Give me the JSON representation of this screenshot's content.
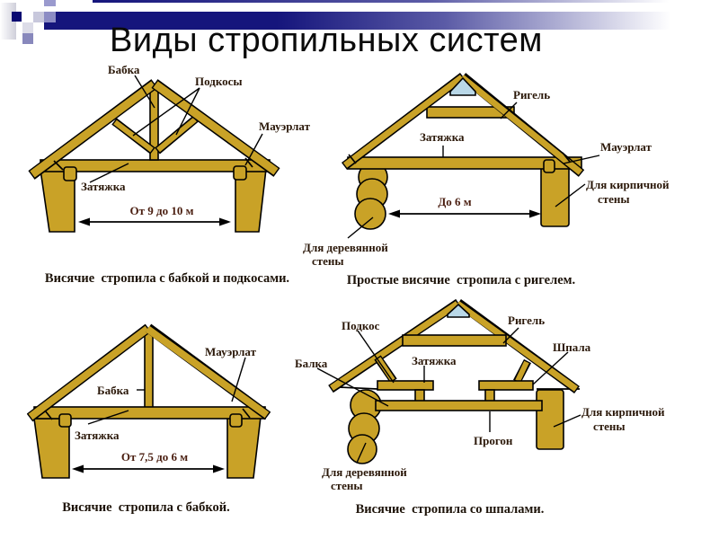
{
  "slide": {
    "title": "Виды стропильных систем"
  },
  "colors": {
    "wood": "#C9A227",
    "ridge_blue": "#B9D8E8",
    "header_navy": "#15157C",
    "label_text": "#2A1708"
  },
  "diagrams": {
    "d1": {
      "labels": {
        "babka": "Бабка",
        "podkosy": "Подкосы",
        "mauerlat": "Мауэрлат",
        "zatyazhka": "Затяжка",
        "dimension": "От 9 до 10 м"
      },
      "caption": "Висячие  стропила с бабкой и подкосами."
    },
    "d2": {
      "labels": {
        "rigel": "Ригель",
        "zatyazhka": "Затяжка",
        "mauerlat": "Мауэрлат",
        "brick_wall_1": "Для кирпичной",
        "brick_wall_2": "стены",
        "dimension": "До 6 м",
        "wood_wall_1": "Для деревянной",
        "wood_wall_2": "стены"
      },
      "caption": "Простые висячие  стропила с ригелем."
    },
    "d3": {
      "labels": {
        "mauerlat": "Мауэрлат",
        "babka": "Бабка",
        "zatyazhka": "Затяжка",
        "dimension": "От 7,5 до 6 м"
      },
      "caption": "Висячие  стропила с бабкой."
    },
    "d4": {
      "labels": {
        "podkos": "Подкос",
        "rigel": "Ригель",
        "shpala": "Шпала",
        "balka": "Балка",
        "zatyazhka": "Затяжка",
        "progon": "Прогон",
        "brick_wall_1": "Для кирпичной",
        "brick_wall_2": "стены",
        "wood_wall_1": "Для деревянной",
        "wood_wall_2": "стены"
      },
      "caption": "Висячие  стропила со шпалами."
    }
  }
}
